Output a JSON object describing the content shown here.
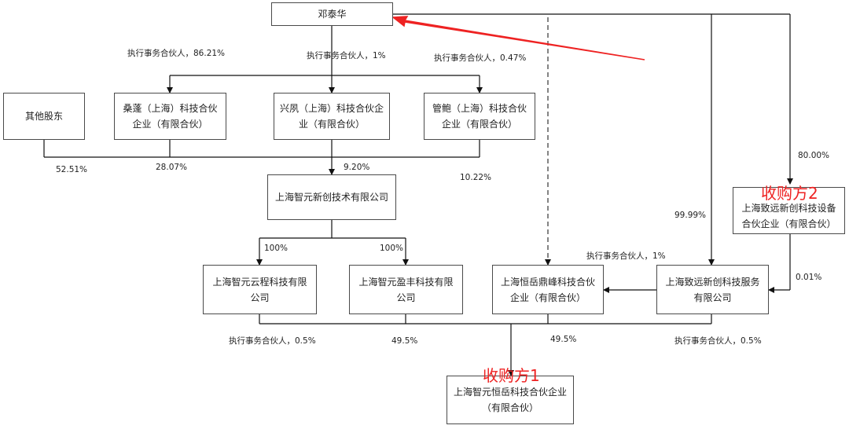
{
  "nodes": {
    "deng": "邓泰华",
    "sangpeng": "桑蓬（上海）科技合伙企业（有限合伙）",
    "xingfeng": "兴夙（上海）科技合伙企业（有限合伙）",
    "guanbao": "管鲍（上海）科技合伙企业（有限合伙）",
    "other": "其他股东",
    "zhiyuan_xinchuang": "上海智元新创技术有限公司",
    "zhiyuan_yuncheng": "上海智元云程科技有限公司",
    "zhiyuan_yingfeng": "上海智元盈丰科技有限公司",
    "hengyue_dingfeng": "上海恒岳鼎峰科技合伙企业（有限合伙）",
    "zhiyuan_xinchuang_service": "上海致远新创科技服务有限公司",
    "zhiyuan_xinchuang_equipment": "上海致远新创科技设备合伙企业（有限合伙）",
    "target": "上海智元恒岳科技合伙企业（有限合伙）"
  },
  "labels": {
    "gp_8621": "执行事务合伙人，86.21%",
    "gp_1_top": "执行事务合伙人，1%",
    "gp_047": "执行事务合伙人，0.47%",
    "pct_5251": "52.51%",
    "pct_2807": "28.07%",
    "pct_920": "9.20%",
    "pct_1022": "10.22%",
    "pct_100_a": "100%",
    "pct_100_b": "100%",
    "pct_8000": "80.00%",
    "pct_9999": "99.99%",
    "gp_1_mid": "执行事务合伙人，1%",
    "pct_001": "0.01%",
    "gp_05_left": "执行事务合伙人，0.5%",
    "pct_495_a": "49.5%",
    "pct_495_b": "49.5%",
    "gp_05_right": "执行事务合伙人，0.5%"
  },
  "annotations": {
    "acquirer1": "收购方1",
    "acquirer2": "收购方2"
  },
  "colors": {
    "annotation": "#ee2222",
    "line": "#111111"
  }
}
